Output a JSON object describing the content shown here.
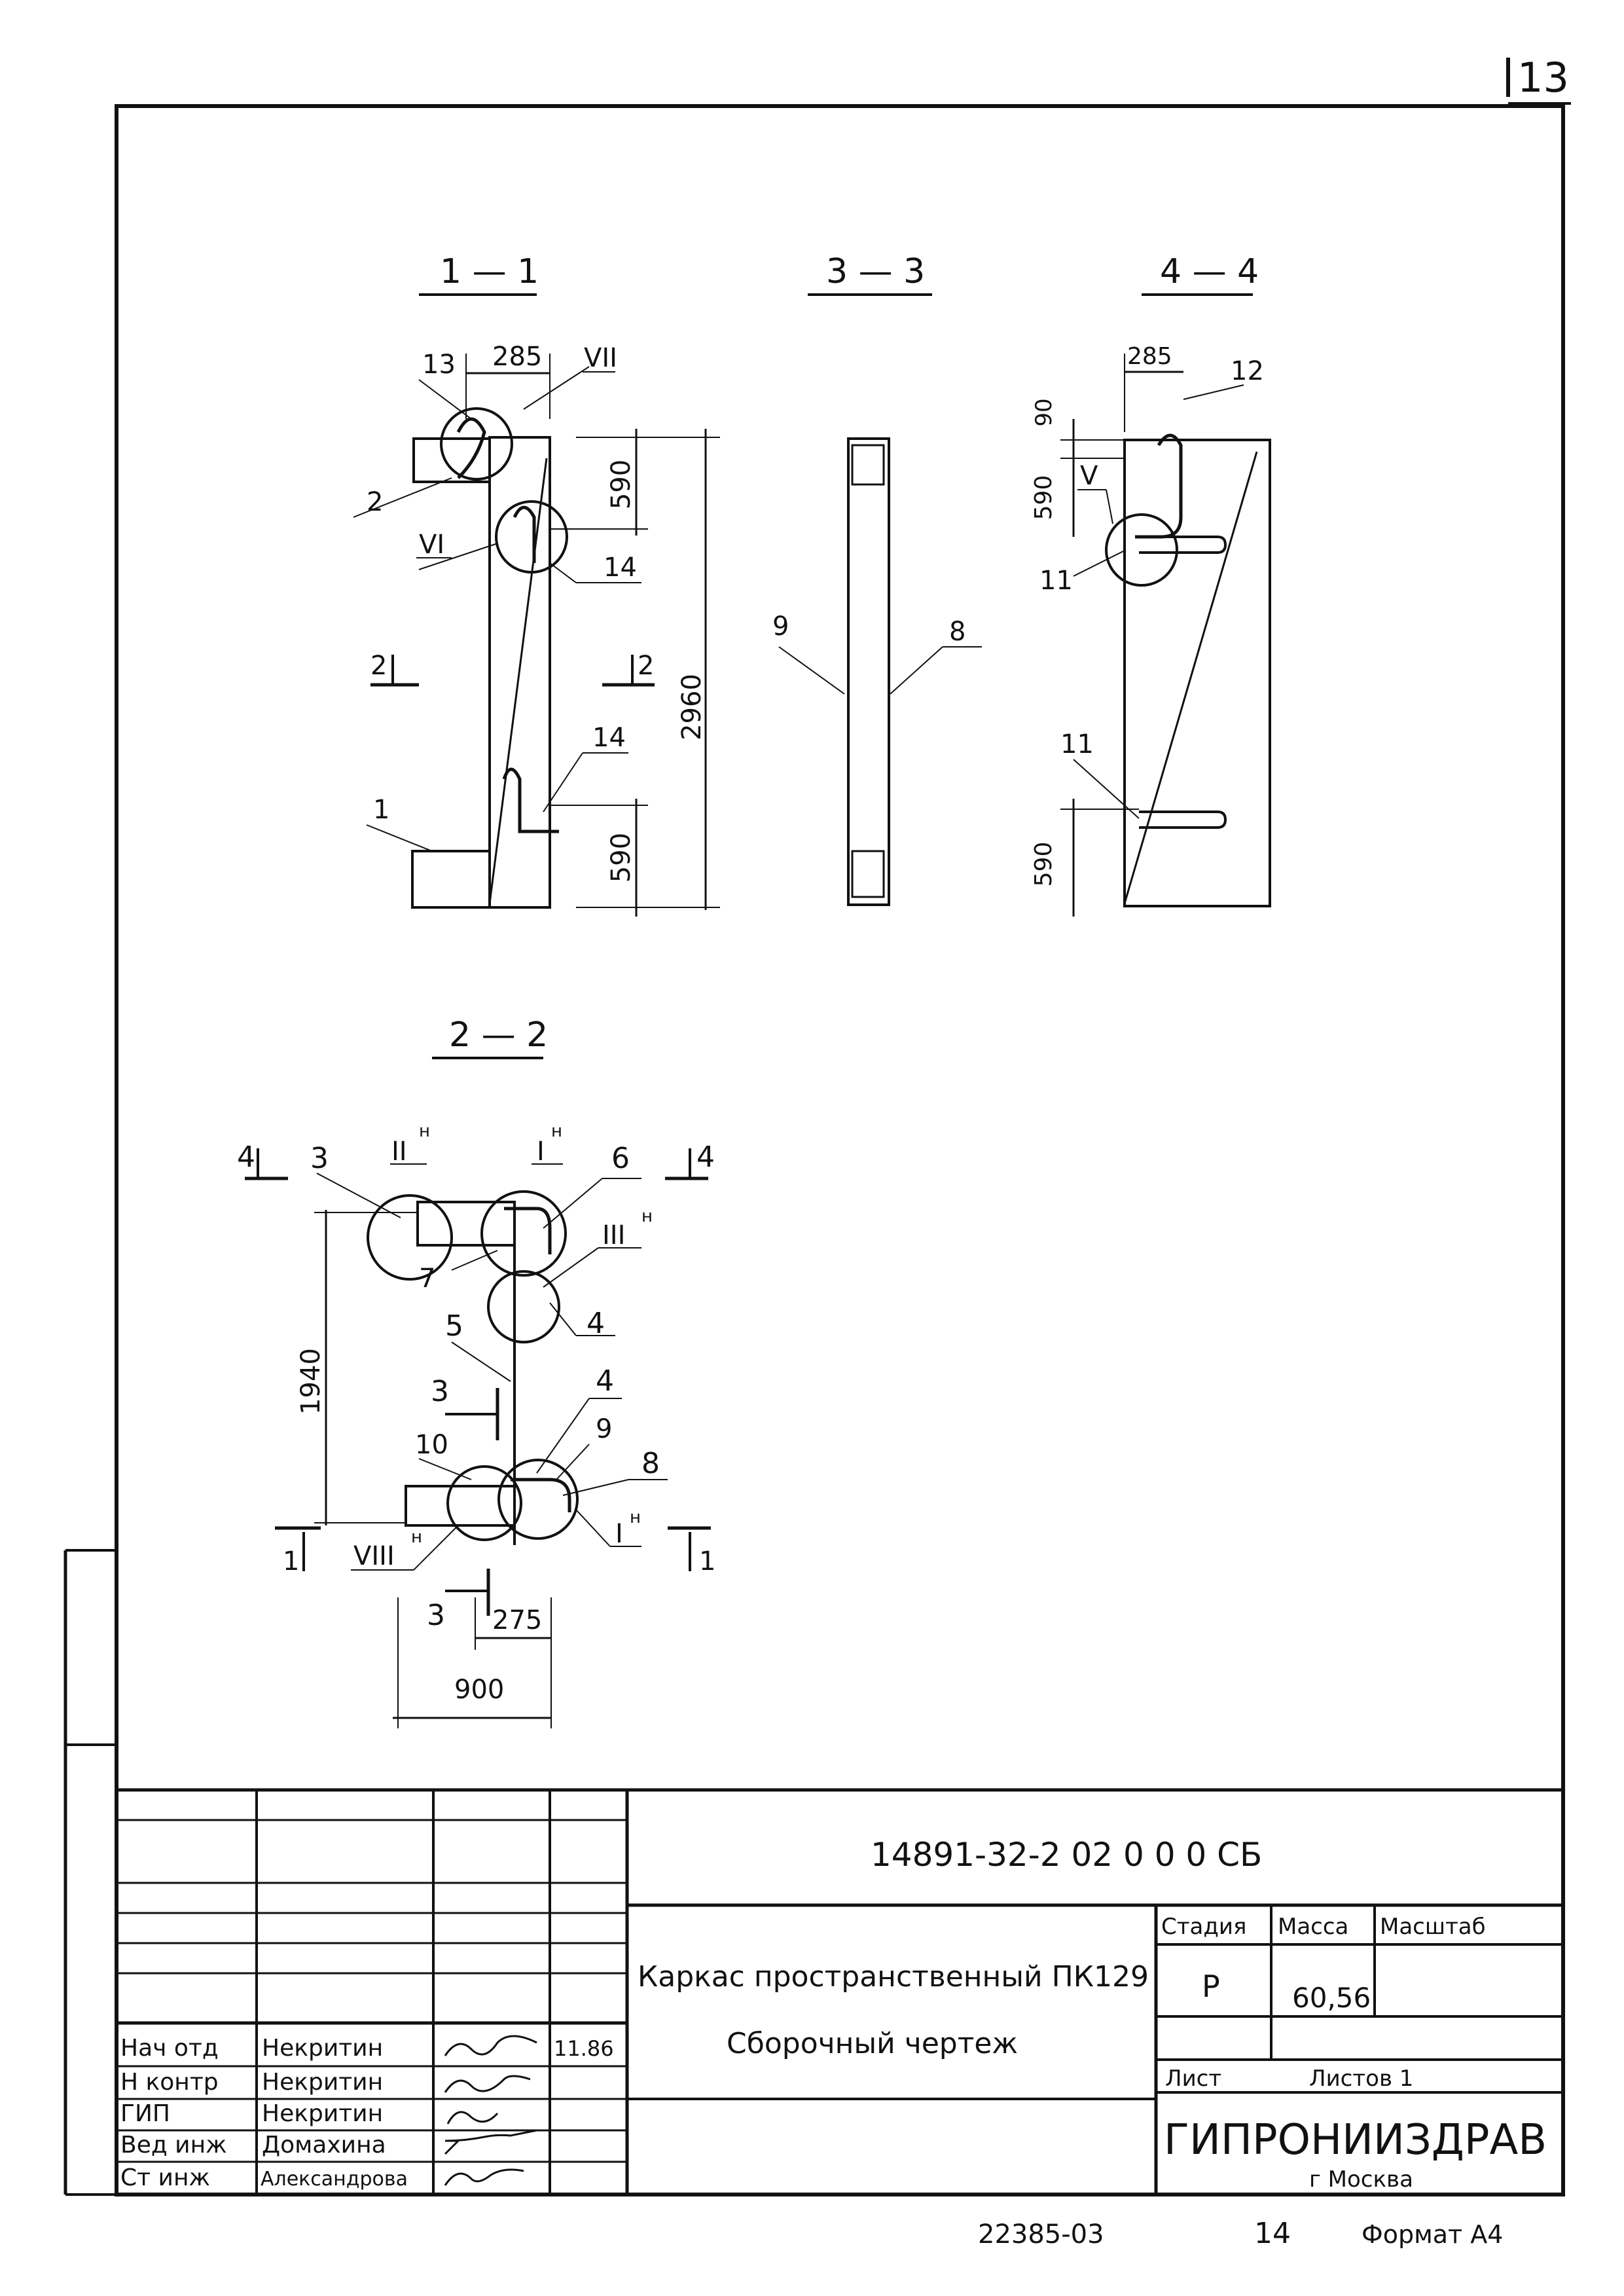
{
  "page_number": "13",
  "sections": {
    "s11": "1 — 1",
    "s33": "3 — 3",
    "s44": "4 — 4",
    "s22": "2 — 2"
  },
  "section_markers": {
    "m2": "2",
    "m4": "4",
    "m3": "3",
    "m1": "1"
  },
  "dimensions": {
    "d285": "285",
    "d590": "590",
    "d2960": "2960",
    "d90": "90",
    "d1940": "1940",
    "d275": "275",
    "d900": "900"
  },
  "positions": {
    "p1": "1",
    "p2": "2",
    "p3": "3",
    "p4": "4",
    "p5": "5",
    "p6": "6",
    "p7": "7",
    "p8": "8",
    "p9": "9",
    "p10": "10",
    "p11": "11",
    "p12": "12",
    "p13": "13",
    "p14": "14"
  },
  "nodes": {
    "n_i": "I",
    "n_ii": "II",
    "n_iii": "III",
    "n_v": "V",
    "n_vi": "VI",
    "n_vii": "VII",
    "n_viii": "VIII",
    "mirror": "н"
  },
  "title_block": {
    "doc_code": "14891-32-2  02 0 0 0 СБ",
    "title_line1": "Каркас пространственный  ПК129",
    "title_line2": "Сборочный  чертеж",
    "col_stage": "Стадия",
    "col_mass": "Масса",
    "col_scale": "Масштаб",
    "stage": "Р",
    "mass": "60,56",
    "sheet_label": "Лист",
    "sheets_label": "Листов 1",
    "org": "ГИПРОНИИЗДРАВ",
    "city": "г Москва",
    "roles": [
      {
        "role": "Нач отд",
        "name": "Некритин",
        "date": "11.86"
      },
      {
        "role": "Н контр",
        "name": "Некритин",
        "date": ""
      },
      {
        "role": "ГИП",
        "name": "Некритин",
        "date": ""
      },
      {
        "role": "Вед инж",
        "name": "Домахина",
        "date": ""
      },
      {
        "role": "Ст инж",
        "name": "Александрова",
        "date": ""
      }
    ]
  },
  "footer": {
    "inv": "22385-03",
    "page": "14",
    "format": "Формат А4"
  }
}
